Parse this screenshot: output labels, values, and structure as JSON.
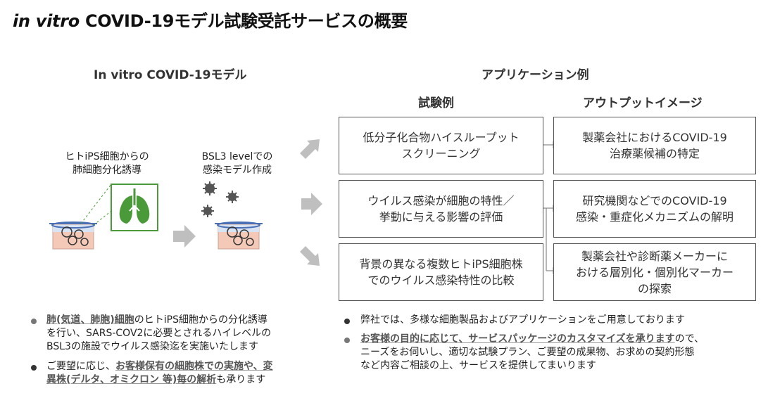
{
  "title": {
    "italic": "in vitro",
    "rest": " COVID-19モデル試験受託サービスの概要"
  },
  "left_header": "In vitro COVID-19モデル",
  "step1": {
    "line1": "ヒトiPS細胞からの",
    "line2": "肺細胞分化誘導"
  },
  "step2": {
    "line1": "BSL3 levelでの",
    "line2": "感染モデル作成"
  },
  "app_header": "アプリケーション例",
  "col_tests": "試験例",
  "col_outputs": "アウトプットイメージ",
  "tests": [
    {
      "line1": "低分子化合物ハイスループット",
      "line2": "スクリーニング"
    },
    {
      "line1": "ウイルス感染が細胞の特性／",
      "line2": "挙動に与える影響の評価"
    },
    {
      "line1": "背景の異なる複数ヒトiPS細胞株",
      "line2": "でのウイルス感染特性の比較"
    }
  ],
  "outputs": [
    {
      "line1": "製薬会社におけるCOVID-19",
      "line2": "治療薬候補の特定"
    },
    {
      "line1": "研究機関などでのCOVID-19",
      "line2": "感染・重症化メカニズムの解明"
    },
    {
      "line1": "製薬会社や診断薬メーカーに",
      "line2": "おける層別化・個別化マーカー",
      "line3": "の探索"
    }
  ],
  "left_bullets": {
    "b1": {
      "hl": "肺(気道、肺胞)細胞",
      "t1": "のヒトiPS細胞からの分化誘導",
      "t2": "を行い、SARS-COV2に必要とされるハイレベルの",
      "t3": "BSL3の施設でウイルス感染迄を実施いたします"
    },
    "b2": {
      "t1": "ご要望に応じ、",
      "hl1": "お客様保有の細胞株での実施や、変",
      "hl2": "異株(デルタ、オミクロン 等)毎の解析",
      "t2": "も承ります"
    }
  },
  "right_bullets": {
    "b1": {
      "t1": "弊社では、多様な細胞製品およびアプリケーションをご用意しております"
    },
    "b2": {
      "hl": "お客様の目的に応じて、サービスパッケージのカスタマイズを承ります",
      "t1": "ので、",
      "t2": "ニーズをお伺いし、適切な試験プラン、ご要望の成果物、お求めの契約形態",
      "t3": "など内容ご相談の上、サービスを提供してまいります"
    }
  },
  "colors": {
    "lung_green": "#4a9a3a",
    "arrow_gray": "#bfbfbf",
    "dish_pink": "#f4c9b8",
    "dish_blue": "#4a6fb5"
  }
}
